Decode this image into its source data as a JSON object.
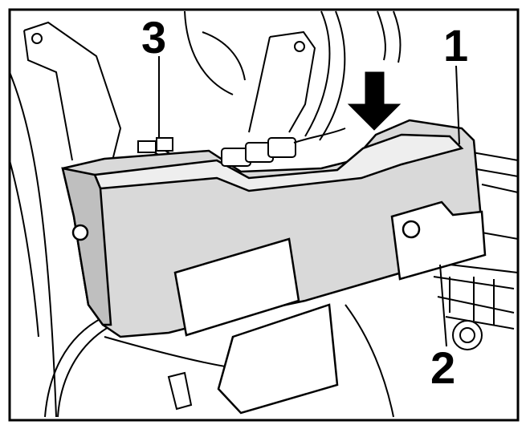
{
  "figure": {
    "frame_color": "#000000",
    "module_fill": "#d9d9d9",
    "background": "#ffffff",
    "callouts": [
      {
        "id": "1",
        "label": "1"
      },
      {
        "id": "2",
        "label": "2"
      },
      {
        "id": "3",
        "label": "3"
      }
    ],
    "arrow_icon": "arrow-down-icon"
  }
}
